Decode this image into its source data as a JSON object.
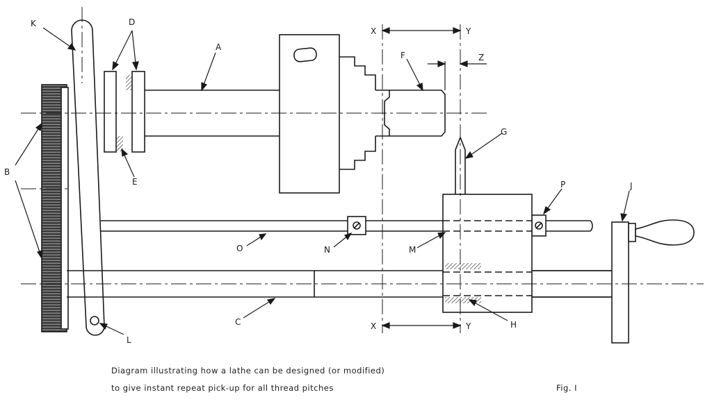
{
  "labels": {
    "A": "A",
    "B": "B",
    "C": "C",
    "D": "D",
    "E": "E",
    "F": "F",
    "G": "G",
    "H": "H",
    "J": "J",
    "K": "K",
    "L": "L",
    "M": "M",
    "N": "N",
    "O": "O",
    "P": "P",
    "X_top": "X",
    "Y_top": "Y",
    "Z": "Z",
    "X_bottom": "X",
    "Y_bottom": "Y"
  },
  "caption": {
    "line1": "Diagram illustrating how a lathe can be designed (or modified)",
    "line2": "to give instant repeat pick-up for all thread pitches",
    "figure": "Fig. I"
  }
}
